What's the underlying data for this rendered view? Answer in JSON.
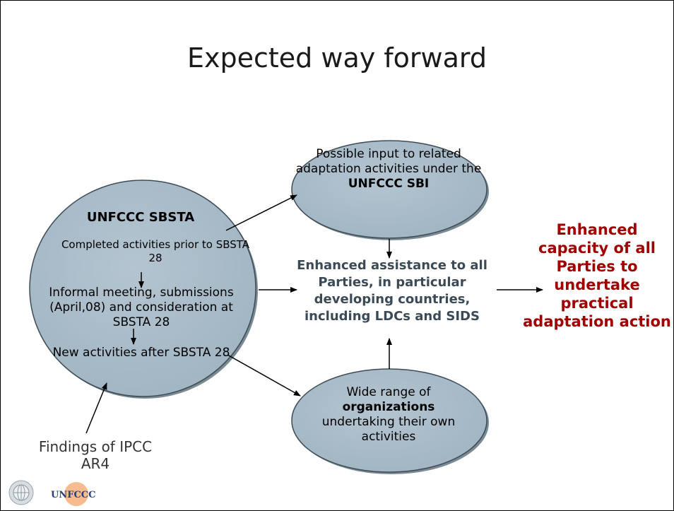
{
  "slide": {
    "title": "Expected way forward"
  },
  "sbsta": {
    "title": "UNFCCC SBSTA",
    "item1": "Completed activities prior to SBSTA 28",
    "item2": "Informal meeting, submissions (April,08) and consideration at SBSTA 28",
    "item3": "New activities after SBSTA 28"
  },
  "top_node": {
    "text": "Possible input to related adaptation activities under the",
    "bold": "UNFCCC SBI"
  },
  "bottom_node": {
    "text_before": "Wide range of",
    "bold": "organizations",
    "text_after": "undertaking their own activities"
  },
  "center": {
    "text": "Enhanced assistance to all Parties, in particular developing countries, including LDCs and SIDS"
  },
  "outcome": {
    "text": "Enhanced capacity of all Parties to undertake practical adaptation action"
  },
  "source": {
    "text": "Findings of IPCC AR4"
  },
  "logos": {
    "un": "un-emblem-icon",
    "unfccc": "UNFCCC"
  },
  "colors": {
    "node_fill": "#a9bcc9",
    "node_stroke": "#3e4b55",
    "center_text": "#3b4a56",
    "outcome_text": "#a00000"
  }
}
